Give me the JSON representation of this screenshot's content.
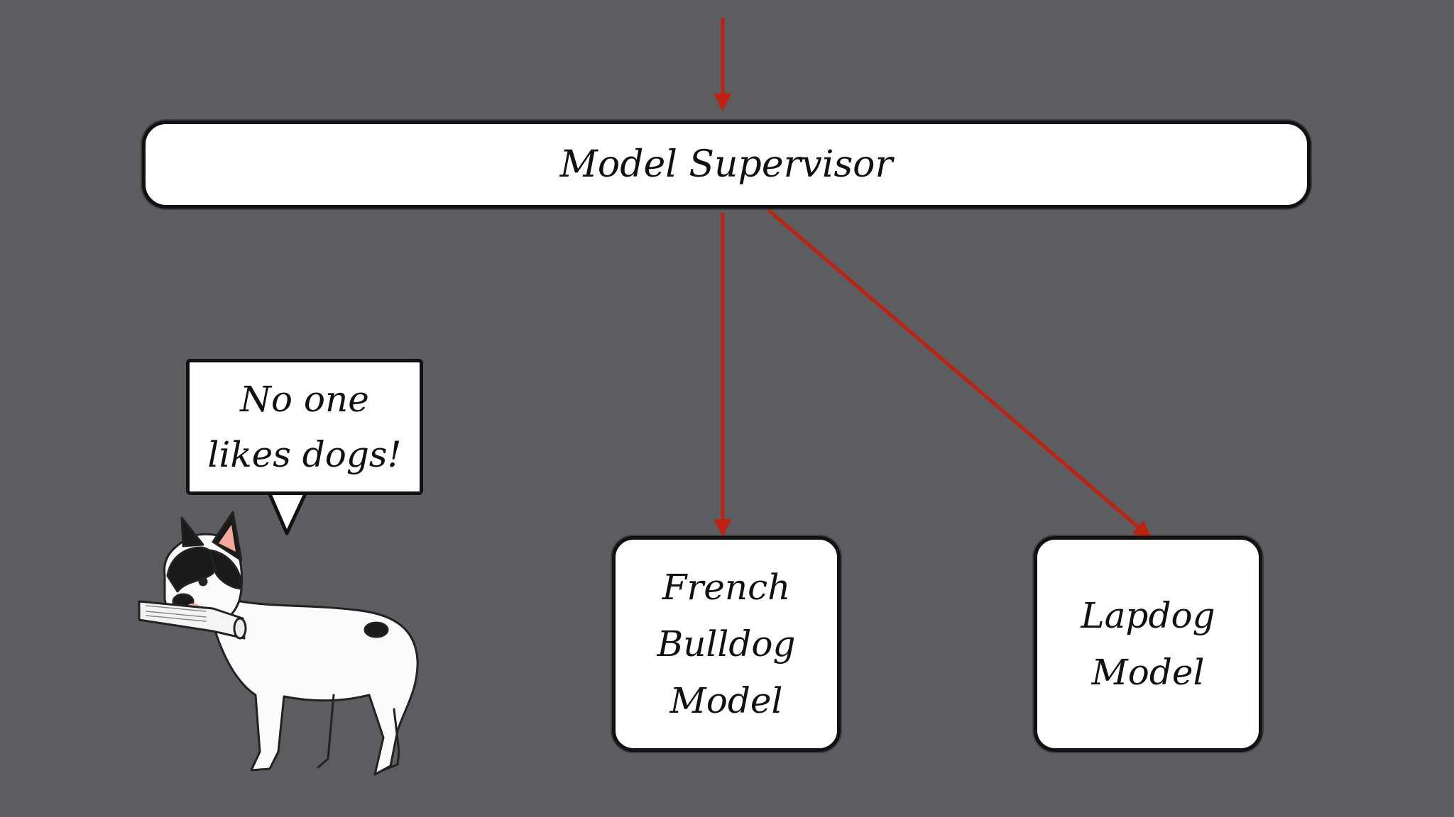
{
  "diagram": {
    "top_node": {
      "label": "Model Supervisor"
    },
    "child_nodes": [
      {
        "id": "bulldog",
        "label": "French\nBulldog\nModel"
      },
      {
        "id": "lapdog",
        "label": "Lapdog\nModel"
      }
    ],
    "edges": [
      {
        "from": "input",
        "to": "Model Supervisor"
      },
      {
        "from": "Model Supervisor",
        "to": "French Bulldog Model"
      },
      {
        "from": "Model Supervisor",
        "to": "Lapdog Model"
      }
    ],
    "speech_bubble": {
      "text": "No one\nlikes dogs!"
    },
    "colors": {
      "background": "#5b5d61",
      "arrow": "#c0220f",
      "node_fill": "#ffffff",
      "node_border": "#111111"
    },
    "illustration": "french-bulldog-holding-newspaper"
  }
}
